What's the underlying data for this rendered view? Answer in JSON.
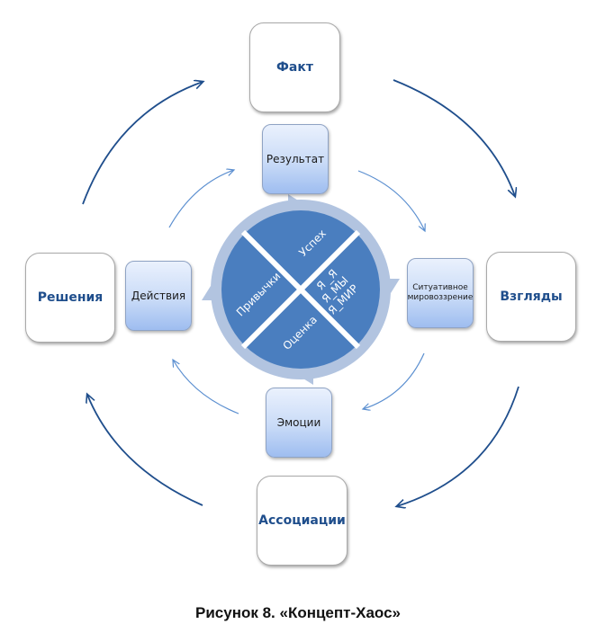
{
  "outer_nodes": {
    "top": "Факт",
    "right": "Взгляды",
    "bottom": "Ассоциации",
    "left": "Решения"
  },
  "inner_nodes": {
    "top": "Результат",
    "right": "Ситуативное мировоззрение",
    "bottom": "Эмоции",
    "left": "Действия"
  },
  "wheel": {
    "segments": {
      "top": "Успех",
      "right_lines": [
        "Я _Я",
        "Я_МЫ",
        "Я_МИР"
      ],
      "bottom": "Оценка",
      "left": "Привычки"
    },
    "direction": "clockwise"
  },
  "arrows": {
    "outer_direction": "clockwise",
    "inner_direction": "clockwise"
  },
  "colors": {
    "outer_arrow": "#1f4e8c",
    "inner_arrow": "#5b8fd0",
    "wheel_fill": "#4a7ebf",
    "wheel_ring": "#b2c4e0",
    "outer_text": "#1f4e8c"
  },
  "caption": "Рисунок 8. «Концепт-Хаос»"
}
